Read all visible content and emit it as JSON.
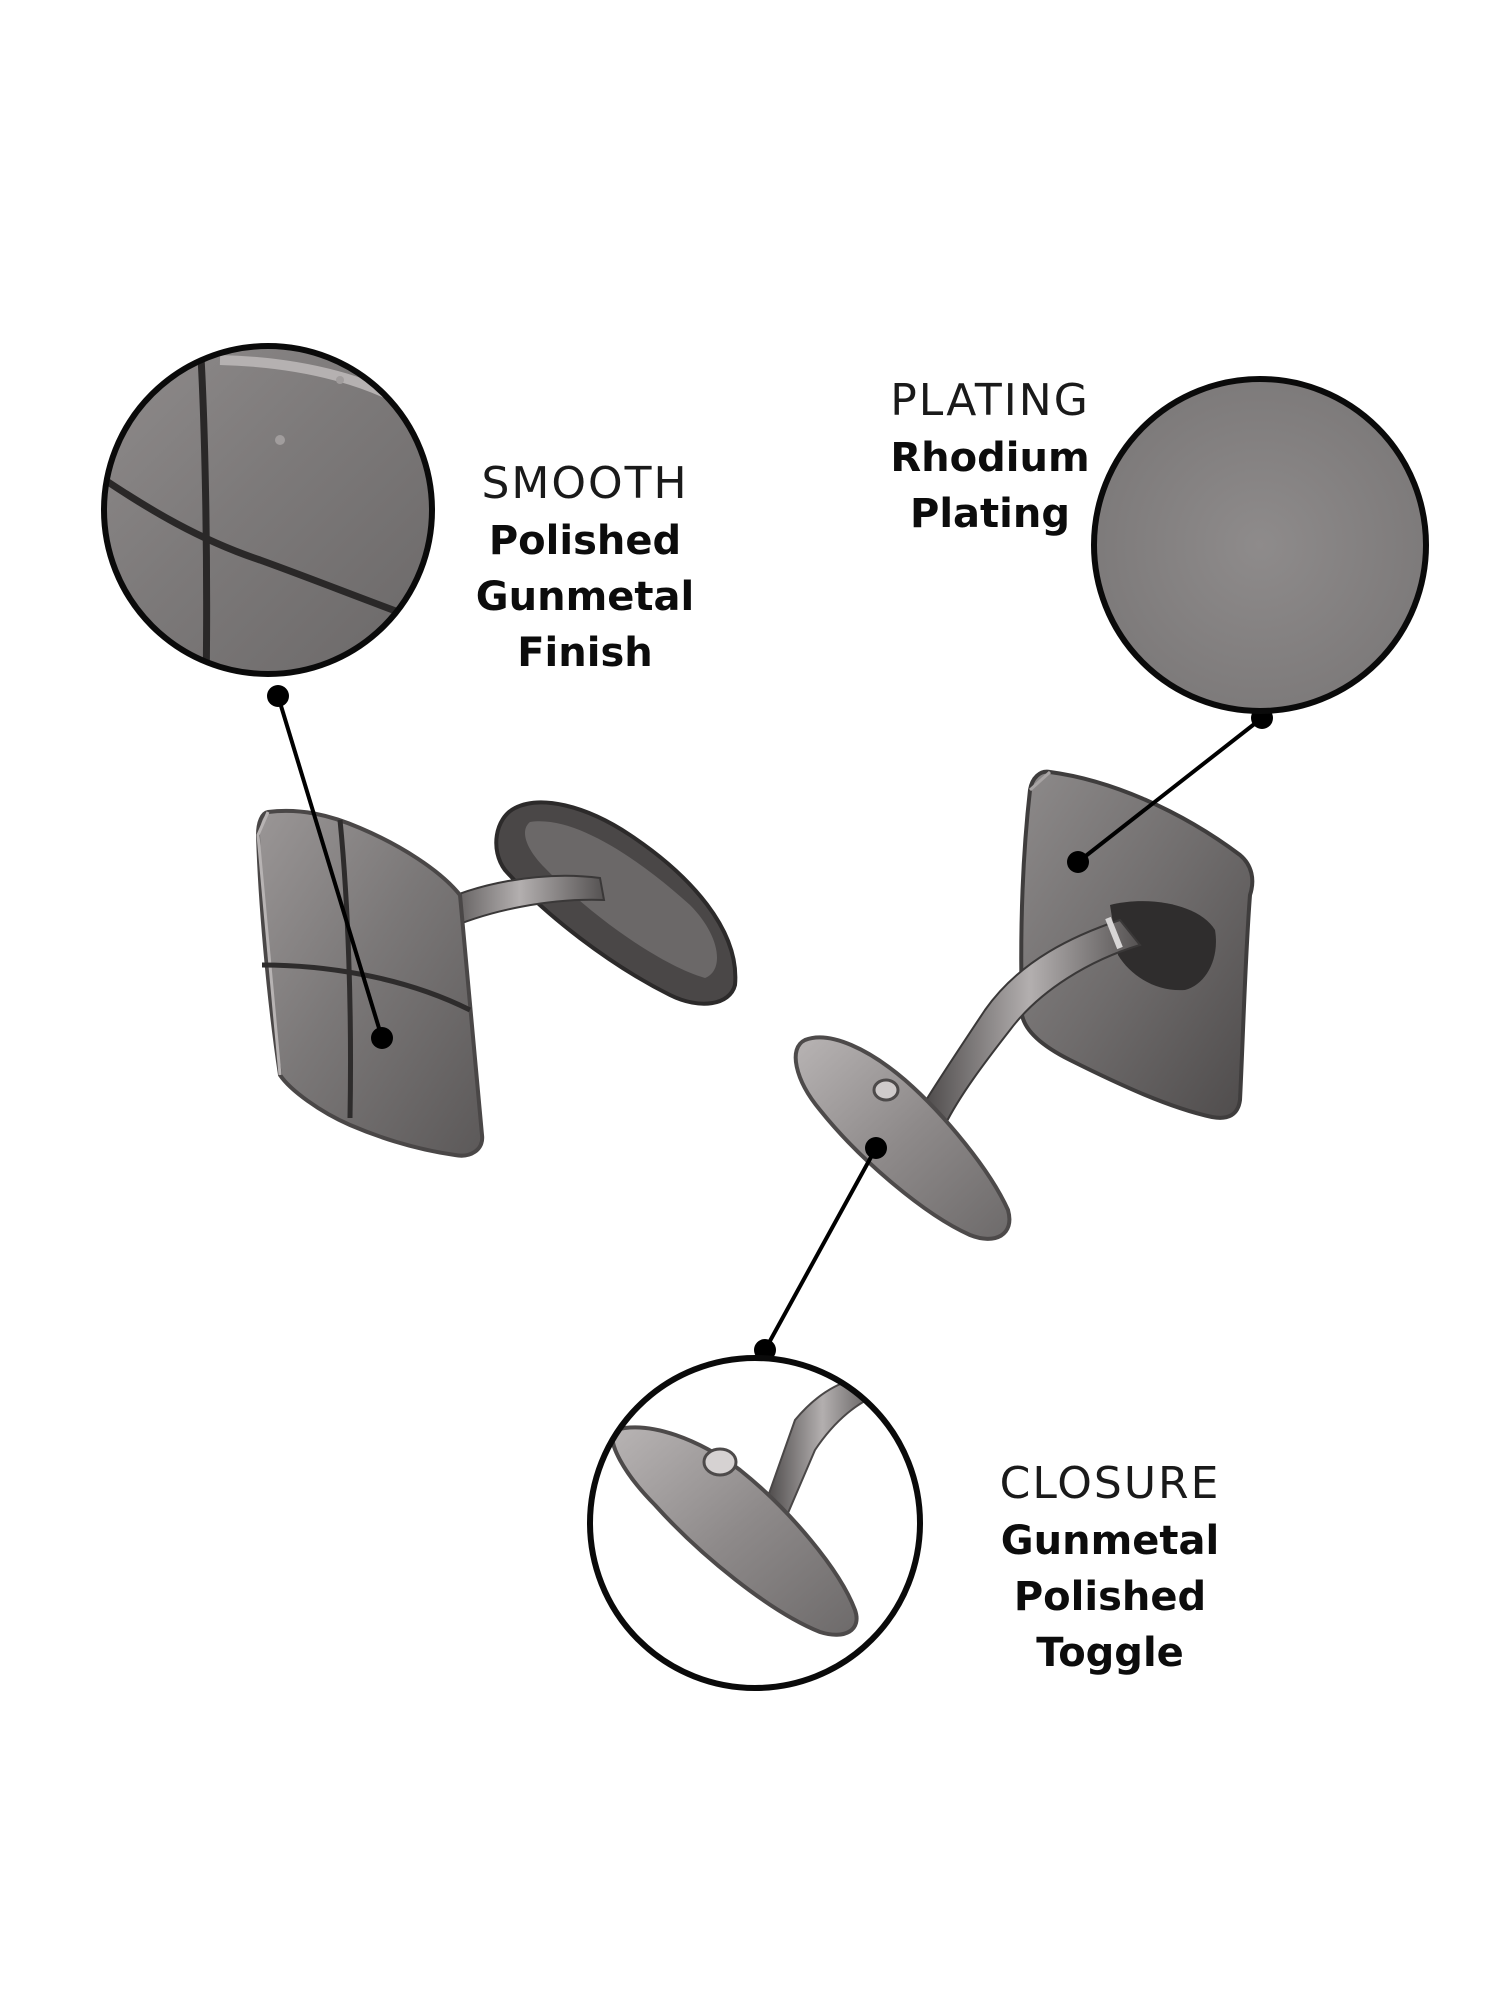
{
  "callouts": {
    "smooth": {
      "kicker": "SMOOTH",
      "lines": [
        "Polished",
        "Gunmetal",
        "Finish"
      ]
    },
    "plating": {
      "kicker": "PLATING",
      "lines": [
        "Rhodium",
        "Plating"
      ]
    },
    "closure": {
      "kicker": "CLOSURE",
      "lines": [
        "Gunmetal",
        "Polished",
        "Toggle"
      ]
    }
  },
  "colors": {
    "background": "#ffffff",
    "gunmetal": "#7d7a7a",
    "gunmetal_dark": "#3a3838",
    "outline": "#0a0a0a"
  }
}
